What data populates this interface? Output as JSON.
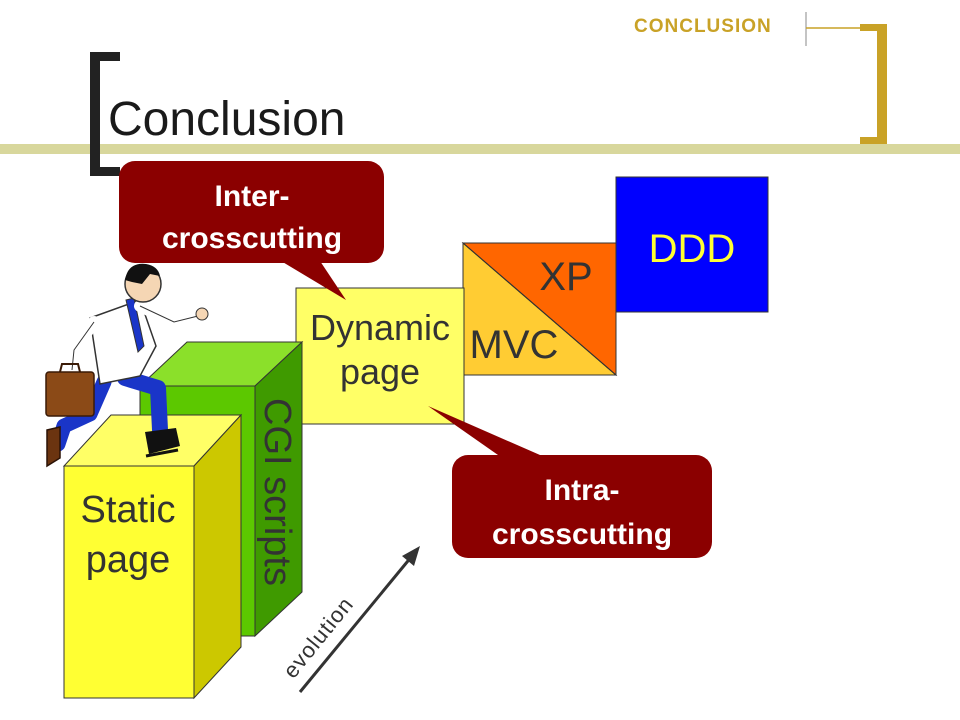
{
  "header": {
    "section_label": "CONCLUSION",
    "title": "Conclusion"
  },
  "stairs": {
    "static_page": [
      "Static",
      "page"
    ],
    "cgi_scripts": "CGI scripts",
    "dynamic_page": [
      "Dynamic",
      "page"
    ],
    "mvc": "MVC",
    "xp": "XP",
    "ddd": "DDD"
  },
  "callouts": {
    "inter": [
      "Inter-",
      "crosscutting"
    ],
    "intra": [
      "Intra-",
      "crosscutting"
    ]
  },
  "evolution_label": "evolution",
  "colors": {
    "accent_gold": "#C9A227",
    "callout_red": "#8B0000",
    "static_yellow": "#FFFF33",
    "cgi_green": "#5CC800",
    "dynamic_yellow": "#FFFF66",
    "mvc_yellow": "#FFCC33",
    "xp_orange": "#FF6600",
    "ddd_blue": "#0000FF"
  },
  "icons": {
    "figure": "businessman-climbing-stairs-icon"
  }
}
